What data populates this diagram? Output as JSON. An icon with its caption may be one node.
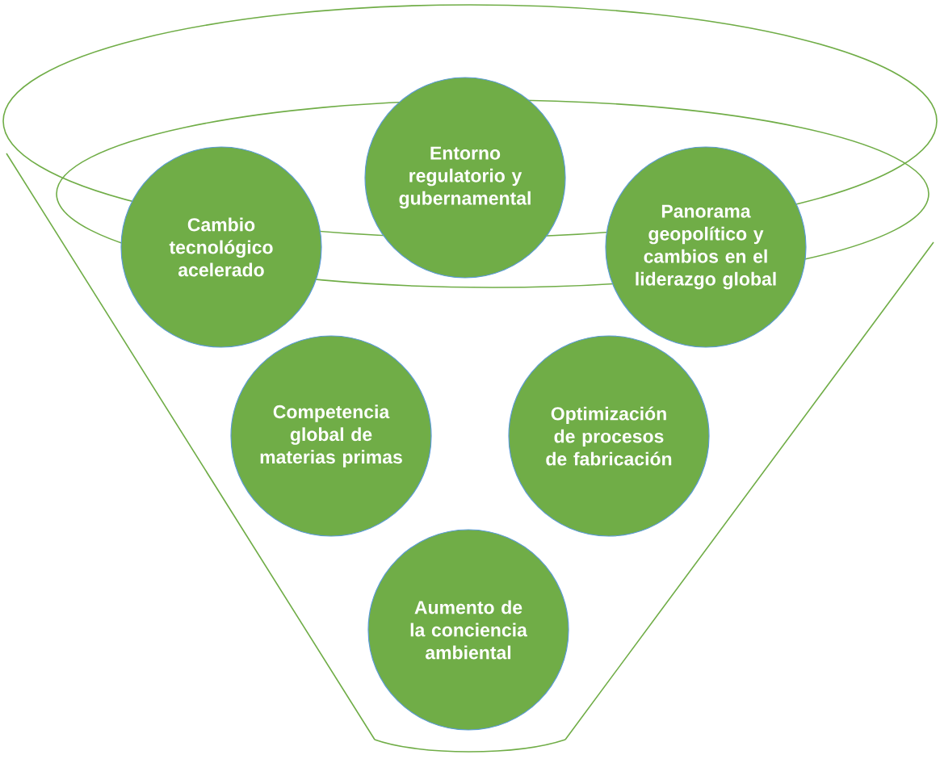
{
  "diagram": {
    "nodes": [
      {
        "text": [
          "Cambio tecnológico acelerado"
        ]
      },
      {
        "text": [
          "Entorno regulatorio y gubernamental"
        ]
      },
      {
        "text": [
          "Panorama geopolítico y cambios en el liderazgo global"
        ]
      },
      {
        "text": [
          "Competencia global de materias primas"
        ]
      },
      {
        "text": [
          "Optimización de procesos de fabricación"
        ]
      },
      {
        "text": [
          "Aumento de la conciencia ambiental"
        ]
      }
    ]
  }
}
